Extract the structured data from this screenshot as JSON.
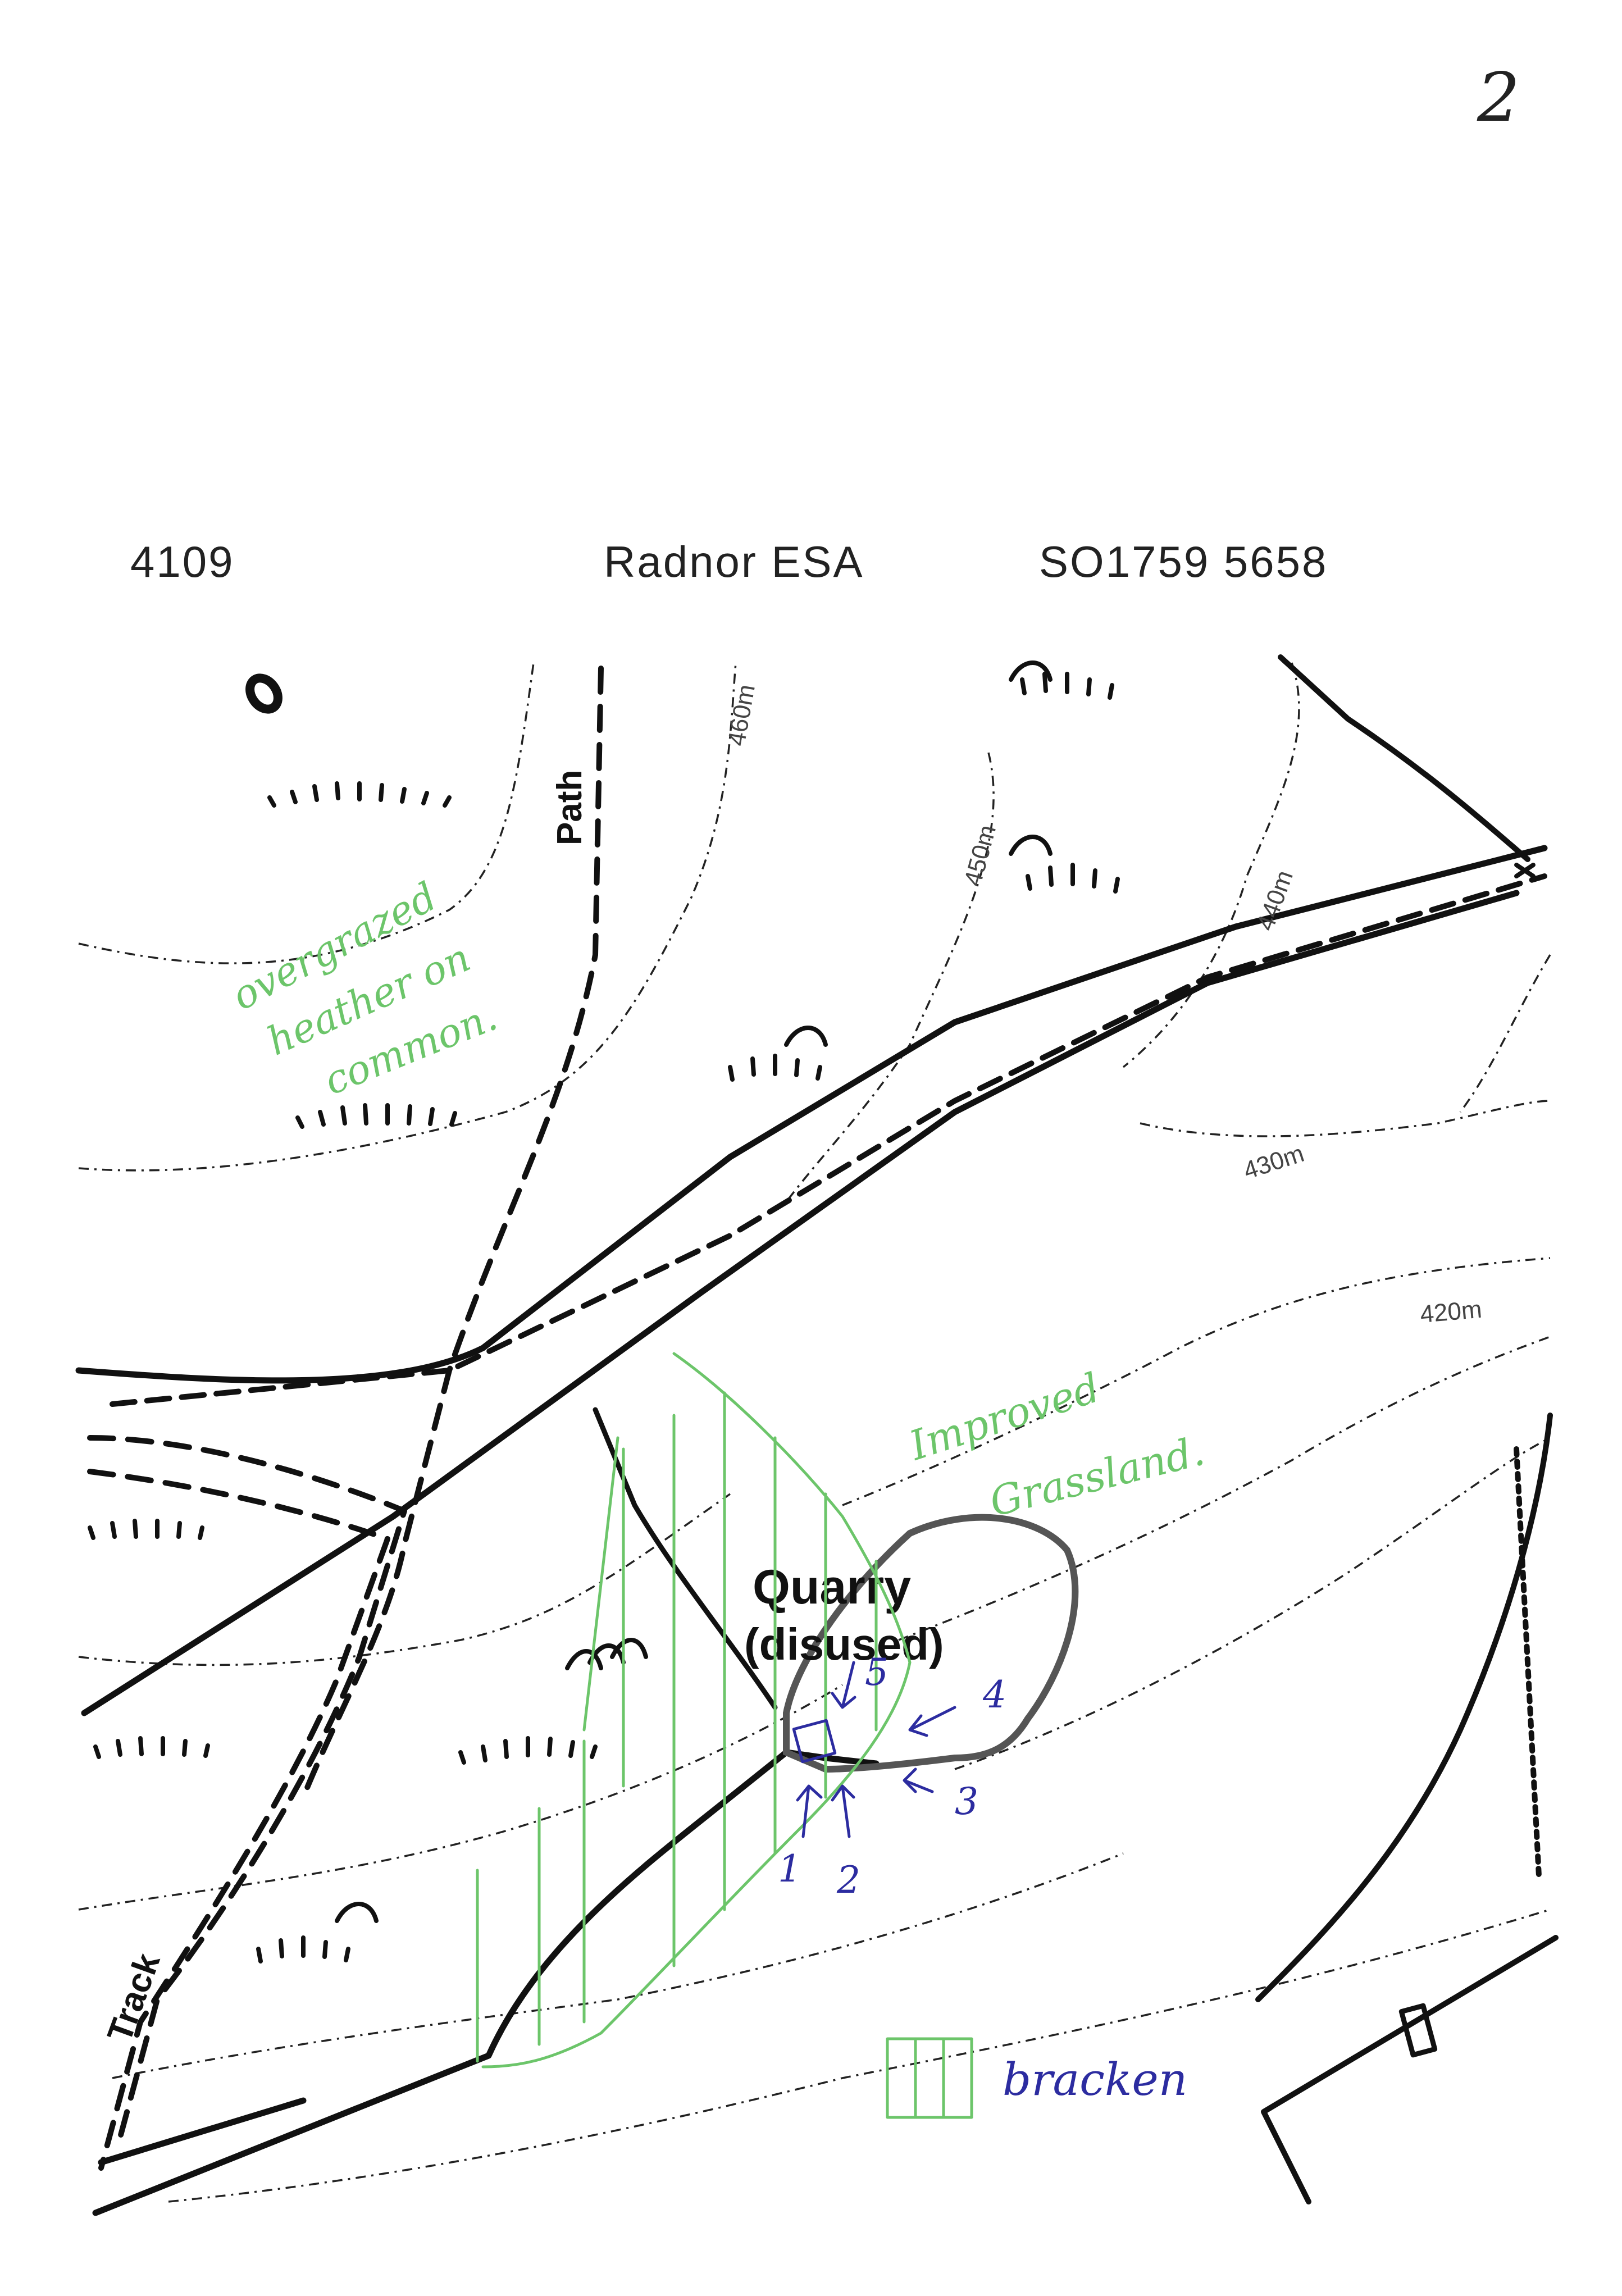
{
  "page_number": "2",
  "header": {
    "ref": "4109",
    "name": "Radnor  ESA",
    "grid_ref": "SO1759  5658"
  },
  "map": {
    "path_label": "Path",
    "track_label": "Track",
    "quarry_label": "Quarry",
    "quarry_sub": "(disused)",
    "contours": [
      "460m",
      "450m",
      "440m",
      "430m",
      "420m"
    ]
  },
  "annotations": {
    "overgrazed": [
      "overgrazed",
      "heather on",
      "common."
    ],
    "improved": [
      "Improved",
      "Grassland."
    ],
    "legend_label": "bracken",
    "viewpoints": [
      "1",
      "2",
      "3",
      "4",
      "5"
    ]
  },
  "colors": {
    "ink": "#111111",
    "annotation_green": "#6cc56a",
    "annotation_blue": "#2c2ca0"
  }
}
